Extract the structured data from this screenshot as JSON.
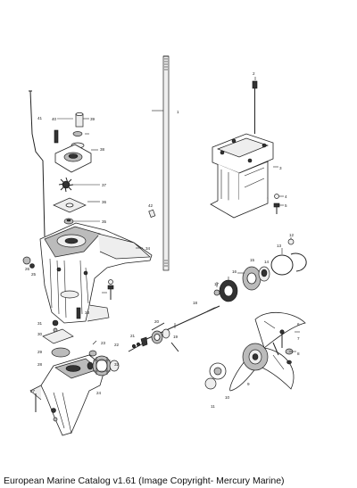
{
  "caption": "European Marine Catalog v1.61 (Image Copyright- Mercury Marine)",
  "callouts": [
    "1",
    "2",
    "3",
    "4",
    "5",
    "6",
    "7",
    "8",
    "9",
    "10",
    "11",
    "12",
    "13",
    "14",
    "15",
    "16",
    "17",
    "18",
    "19",
    "20",
    "21",
    "22",
    "23",
    "24",
    "25",
    "26",
    "27",
    "28",
    "29",
    "30",
    "31",
    "32",
    "33",
    "34",
    "35",
    "36",
    "37",
    "38",
    "39",
    "40",
    "41",
    "42"
  ]
}
